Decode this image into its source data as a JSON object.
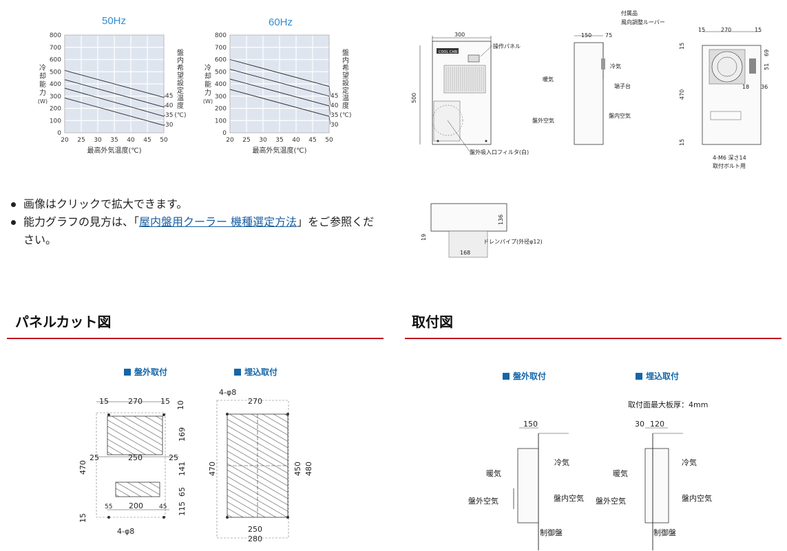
{
  "charts": [
    {
      "title": "50Hz",
      "ylabel_chars": [
        "冷",
        "却",
        "能",
        "力"
      ],
      "ylabel_unit": "(W)",
      "right_label_chars": [
        "盤",
        "内",
        "希",
        "望",
        "設",
        "定",
        "温",
        "度"
      ],
      "right_unit": "(℃)",
      "xlabel": "最高外気温度(℃)",
      "x_ticks": [
        "20",
        "25",
        "30",
        "35",
        "40",
        "45",
        "50"
      ],
      "y_ticks": [
        "0",
        "100",
        "200",
        "300",
        "400",
        "500",
        "600",
        "700",
        "800"
      ],
      "end_labels": [
        "45",
        "40",
        "35",
        "30"
      ]
    },
    {
      "title": "60Hz",
      "ylabel_chars": [
        "冷",
        "却",
        "能",
        "力"
      ],
      "ylabel_unit": "(W)",
      "right_label_chars": [
        "盤",
        "内",
        "希",
        "望",
        "設",
        "定",
        "温",
        "度"
      ],
      "right_unit": "(℃)",
      "xlabel": "最高外気温度(℃)",
      "x_ticks": [
        "20",
        "25",
        "30",
        "35",
        "40",
        "45",
        "50"
      ],
      "y_ticks": [
        "0",
        "100",
        "200",
        "300",
        "400",
        "500",
        "600",
        "700",
        "800"
      ],
      "end_labels": [
        "45",
        "40",
        "35",
        "30"
      ]
    }
  ],
  "chart_data": [
    {
      "type": "line",
      "title": "50Hz",
      "xlabel": "最高外気温度(℃)",
      "ylabel": "冷却能力(W)",
      "xlim": [
        20,
        50
      ],
      "ylim": [
        0,
        800
      ],
      "grid": true,
      "series": [
        {
          "name": "45",
          "x": [
            20,
            50
          ],
          "y": [
            510,
            290
          ]
        },
        {
          "name": "40",
          "x": [
            20,
            50
          ],
          "y": [
            435,
            210
          ]
        },
        {
          "name": "35",
          "x": [
            20,
            50
          ],
          "y": [
            365,
            135
          ]
        },
        {
          "name": "30",
          "x": [
            20,
            50
          ],
          "y": [
            285,
            60
          ]
        }
      ]
    },
    {
      "type": "line",
      "title": "60Hz",
      "xlabel": "最高外気温度(℃)",
      "ylabel": "冷却能力(W)",
      "xlim": [
        20,
        50
      ],
      "ylim": [
        0,
        800
      ],
      "grid": true,
      "series": [
        {
          "name": "45",
          "x": [
            20,
            50
          ],
          "y": [
            600,
            380
          ]
        },
        {
          "name": "40",
          "x": [
            20,
            50
          ],
          "y": [
            520,
            300
          ]
        },
        {
          "name": "35",
          "x": [
            20,
            50
          ],
          "y": [
            440,
            220
          ]
        },
        {
          "name": "30",
          "x": [
            20,
            50
          ],
          "y": [
            355,
            135
          ]
        }
      ]
    }
  ],
  "notes": {
    "item1": "画像はクリックで拡大できます。",
    "item2_pre": "能力グラフの見方は、「",
    "item2_link": "屋内盤用クーラー 機種選定方法",
    "item2_post": "」をご参照ください。"
  },
  "dims": {
    "front_w": "300",
    "front_h": "500",
    "operation_panel": "操作パネル",
    "filter": "盤外吸入口フィルタ(白)",
    "side_150": "150",
    "side_75": "75",
    "accessory1": "付属品",
    "accessory2": "風向調整ルーバー",
    "cold": "冷気",
    "warm": "暖気",
    "terminal": "端子台",
    "inside_air": "盤内空気",
    "outside_air": "盤外空気",
    "back_15a": "15",
    "back_270": "270",
    "back_15b": "15",
    "back_15c": "15",
    "back_470": "470",
    "back_15d": "15",
    "back_69": "69",
    "back_51": "51",
    "back_18": "18",
    "back_36": "36",
    "bolt1": "4-M6 深さ14",
    "bolt2": "取付ボルト用",
    "top_136": "136",
    "top_19": "19",
    "top_168": "168",
    "drain": "ドレンパイプ(外径φ12)",
    "brand": "COOL CABI"
  },
  "sections": {
    "panel_cut": "パネルカット図",
    "mounting": "取付図"
  },
  "panel_cut": {
    "outside_title": "盤外取付",
    "embed_title": "埋込取付",
    "o": {
      "d15a": "15",
      "d270": "270",
      "d15b": "15",
      "d10": "10",
      "d169": "169",
      "d25a": "25",
      "d250": "250",
      "d25b": "25",
      "d470": "470",
      "d141": "141",
      "d65": "65",
      "d55": "55",
      "d200": "200",
      "d45": "45",
      "d115": "115",
      "d15c": "15",
      "hole": "4-φ8"
    },
    "e": {
      "hole": "4-φ8",
      "d270": "270",
      "d470": "470",
      "d450": "450",
      "d480": "480",
      "d250": "250",
      "d280": "280"
    }
  },
  "mounting": {
    "outside_title": "盤外取付",
    "embed_title": "埋込取付",
    "max_thickness": "取付面最大板厚：4mm",
    "o": {
      "d150": "150",
      "cold": "冷気",
      "warm": "暖気",
      "inside": "盤内空気",
      "outside": "盤外空気",
      "panel": "制御盤"
    },
    "e": {
      "d30": "30",
      "d120": "120",
      "cold": "冷気",
      "warm": "暖気",
      "inside": "盤内空気",
      "outside": "盤外空気",
      "panel": "制御盤"
    }
  }
}
